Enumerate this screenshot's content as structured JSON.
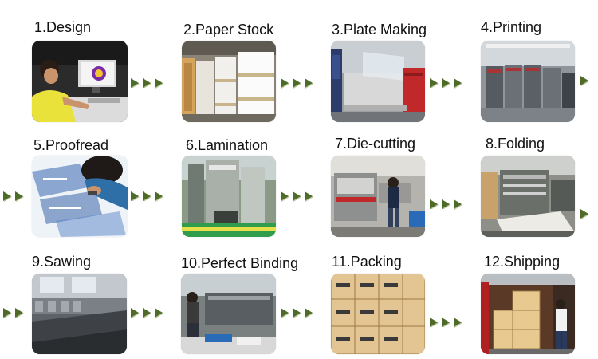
{
  "steps": [
    {
      "label": "1.Design"
    },
    {
      "label": "2.Paper Stock"
    },
    {
      "label": "3.Plate Making"
    },
    {
      "label": "4.Printing"
    },
    {
      "label": "5.Proofread"
    },
    {
      "label": "6.Lamination"
    },
    {
      "label": "7.Die-cutting"
    },
    {
      "label": "8.Folding"
    },
    {
      "label": "9.Sawing"
    },
    {
      "label": "10.Perfect Binding"
    },
    {
      "label": "11.Packing"
    },
    {
      "label": "12.Shipping"
    }
  ],
  "colors": {
    "arrow": "#4f6b2a",
    "arrow_highlight": "#b9c79c",
    "text": "#111111"
  },
  "icons": {
    "flow_arrow": "triangle-right-icon"
  }
}
